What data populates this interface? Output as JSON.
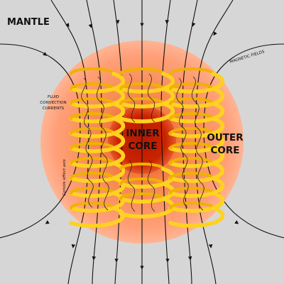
{
  "labels": {
    "mantle": "MANTLE",
    "magnetic_fields": "MAGNETIC FIELDS",
    "fluid_convection_line1": "FLUID",
    "fluid_convection_line2": "CONVECTION",
    "fluid_convection_line3": "CURRENTS",
    "inner_core_line1": "INNER",
    "inner_core_line2": "CORE",
    "outer_core_line1": "OUTER",
    "outer_core_line2": "CORE",
    "coriolis_axis": "Coriolis effect axis"
  },
  "colors": {
    "background": "#d6d6d6",
    "outer_core": "#f5894f",
    "outer_core_edge": "#ffb494",
    "inner_core": "#c41f00",
    "inner_core_edge": "#e84a1a",
    "spiral": "#ffd21f",
    "spiral_back": "#f0b100",
    "field_line": "#111111"
  }
}
